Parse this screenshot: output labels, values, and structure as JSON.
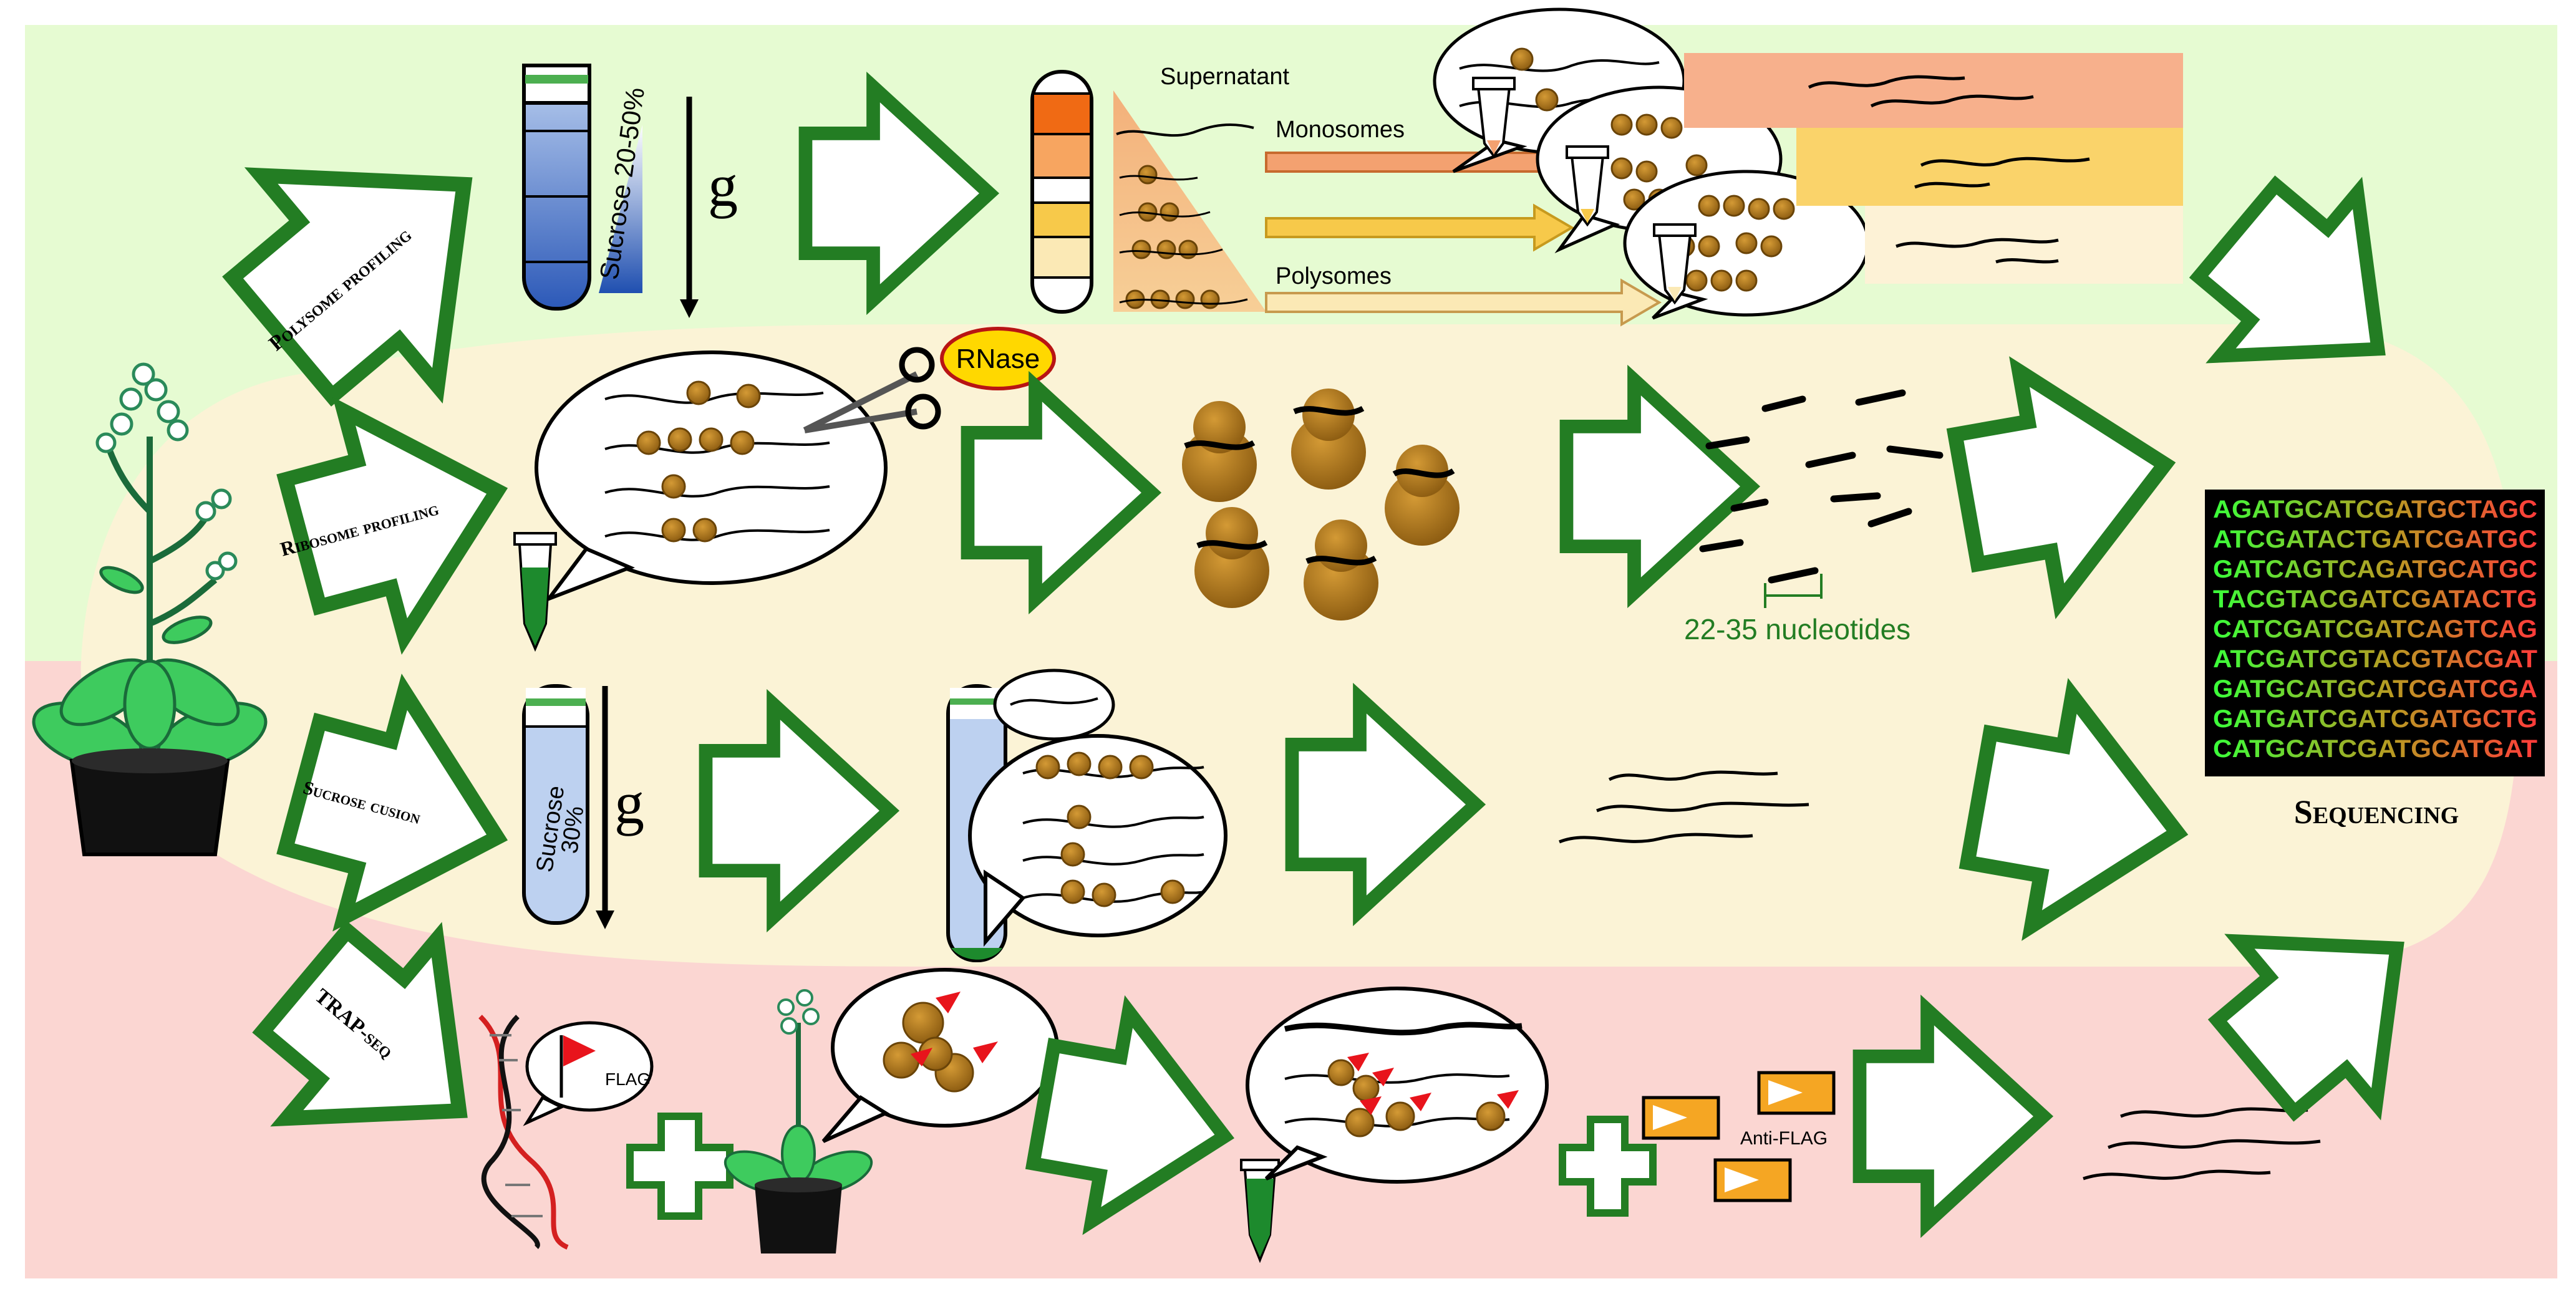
{
  "colors": {
    "green_band": "#e6fbd2",
    "cream_band": "#fbf3d6",
    "pink_band": "#fbd6d2",
    "arrow_green": "#237d23",
    "ribosome_brown": "#a8741c",
    "tube_blue": "#5b8ad6",
    "sequencing_green": "#3aff3a",
    "sequencing_red": "#ff3a3a",
    "rnase_yellow": "#ffd800",
    "flag_red": "#e8141c",
    "antibody_orange": "#f5a623"
  },
  "pathways": {
    "polysome": {
      "label": "Polysome profiling",
      "gradient_label": "Sucrose 20-50%",
      "force_label": "g",
      "supernatant_label": "Supernatant",
      "monosomes_label": "Monosomes",
      "polysomes_label": "Polysomes"
    },
    "ribosome": {
      "label": "Ribosome profiling",
      "enzyme_label": "RNase",
      "fragment_size_label": "22-35 nucleotides"
    },
    "sucrose_cushion": {
      "label": "Sucrose cusion",
      "tube_label_line1": "Sucrose",
      "tube_label_line2": "30%",
      "force_label": "g"
    },
    "trap": {
      "label": "TRAP-seq",
      "tag_label": "FLAG",
      "antibody_label": "Anti-FLAG"
    }
  },
  "sequencing": {
    "label": "Sequencing",
    "rows": [
      "AGATGCATCGATGCTAGC",
      "ATCGATACTGATCGATGC",
      "GATCAGTCAGATGCATGC",
      "TACGTACGATCGATACTG",
      "CATCGATCGATCAGTCAG",
      "ATCGATCGTACGTACGAT",
      "GATGCATGCATCGATCGA",
      "GATGATCGATCGATGCTG",
      "CATGCATCGATGCATGAT"
    ]
  }
}
